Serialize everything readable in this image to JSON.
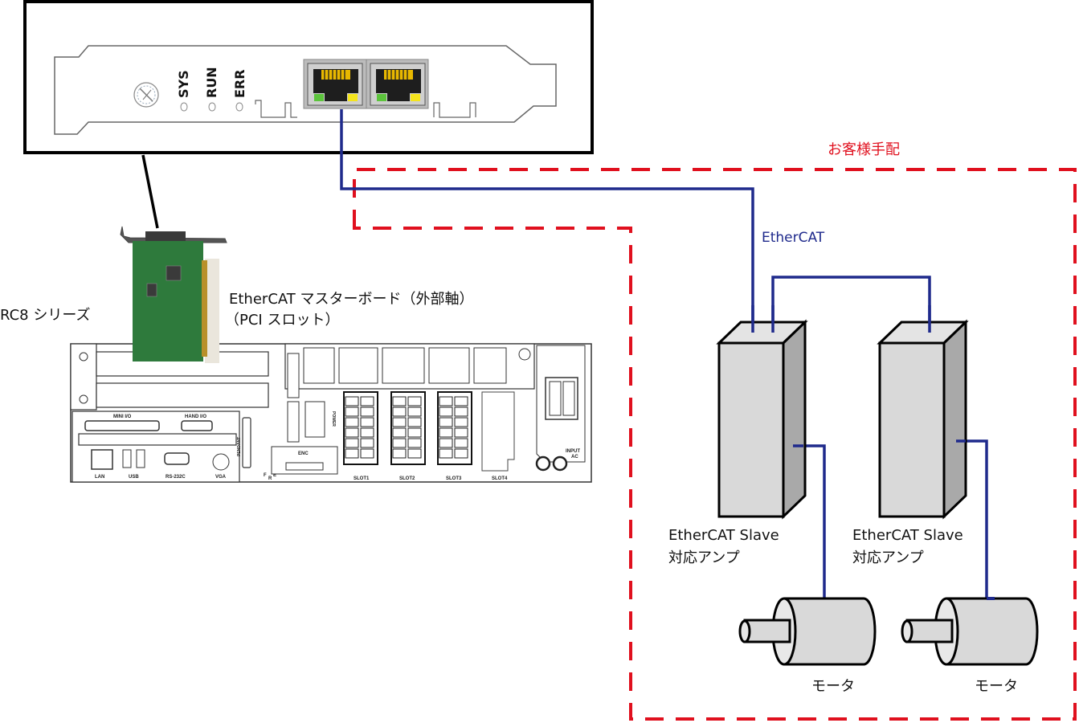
{
  "diagram": {
    "title": "EtherCAT external axis configuration",
    "inset": {
      "led_labels": [
        "SYS",
        "RUN",
        "ERR"
      ],
      "ports": [
        "ethercat-port-1",
        "ethercat-port-2"
      ]
    },
    "labels": {
      "controller": "RC8 シリーズ",
      "board_line1": "EtherCAT マスターボード（外部軸）",
      "board_line2": "（PCI スロット）",
      "customer_supplied": "お客様手配",
      "network": "EtherCAT",
      "amp1_line1": "EtherCAT Slave",
      "amp1_line2": "対応アンプ",
      "amp2_line1": "EtherCAT Slave",
      "amp2_line2": "対応アンプ",
      "motor1": "モータ",
      "motor2": "モータ"
    },
    "controller_panel": {
      "connectors": {
        "mini_io": "MINI I/O",
        "hand_io": "HAND I/O",
        "pendant": "PENDANT",
        "power": "POWER",
        "enc": "ENC",
        "lan": "LAN",
        "usb": "USB",
        "rs232c": "RS-232C",
        "vga": "VGA",
        "input_ac_1": "INPUT",
        "input_ac_2": "AC",
        "fre": [
          "F",
          "R",
          "E"
        ]
      },
      "slots": [
        "SLOT1",
        "SLOT2",
        "SLOT3",
        "SLOT4"
      ]
    },
    "colors": {
      "cable": "#1f2a8c",
      "customer_boundary": "#e0101e",
      "board_green": "#2e7a3c",
      "amp_front": "#d9d9d9",
      "amp_side": "#a9a9a9",
      "amp_top": "#e4e4e4",
      "motor_body": "#d9d9d9",
      "rj45_gold": "#e8b800",
      "led_green": "#5cc43c",
      "led_yellow": "#f4e41c"
    }
  }
}
